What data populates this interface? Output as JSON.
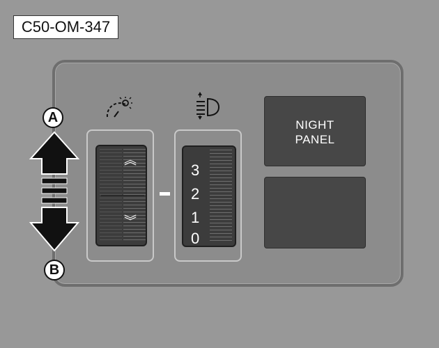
{
  "figure_code": "C50-OM-347",
  "night_panel": {
    "line1": "NIGHT",
    "line2": "PANEL"
  },
  "arrow_labels": {
    "up": "A",
    "down": "B"
  },
  "dimmer_wheel": {
    "icon": "dashboard-brightness-icon",
    "up_symbol": "︽",
    "down_symbol": "︾"
  },
  "headlamp_wheel": {
    "icon": "headlamp-leveling-icon",
    "positions": [
      "3",
      "2",
      "1",
      "0"
    ]
  }
}
